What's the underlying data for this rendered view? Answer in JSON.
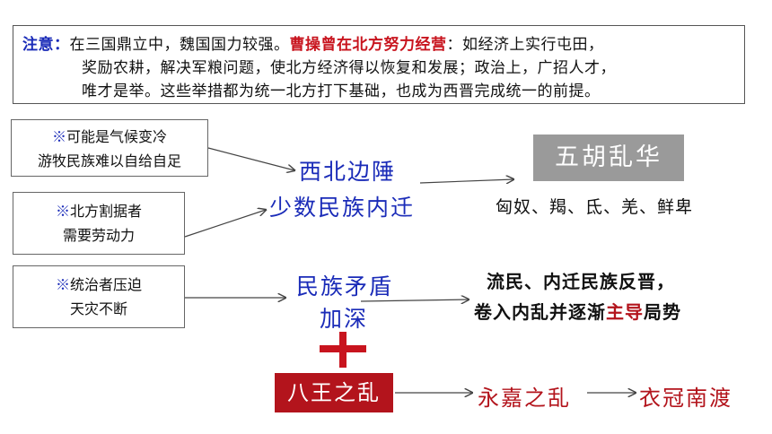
{
  "note": {
    "label": "注意：",
    "line1_pre": "在三国鼎立中，魏国国力较强。",
    "line1_hl": "曹操曾在北方努力经营",
    "line1_post": "：如经济上实行屯田，",
    "line2": "奖励农耕，解决军粮问题，使北方经济得以恢复和发展；政治上，广招人才，",
    "line3": "唯才是举。这些举措都为统一北方打下基础，也成为西晋完成统一的前提。"
  },
  "causes": [
    {
      "mark": "※",
      "line1": "可能是气候变冷",
      "line2": "游牧民族难以自给自足"
    },
    {
      "mark": "※",
      "line1": "北方割据者",
      "line2": "需要劳动力"
    },
    {
      "mark": "※",
      "line1": "统治者压迫",
      "line2": "天灾不断"
    }
  ],
  "migration": {
    "line1": "西北边陲",
    "line2": "少数民族内迁"
  },
  "wuhu": {
    "title": "五胡乱华",
    "tribes": "匈奴、羯、氐、羌、鲜卑"
  },
  "conflict": {
    "line1": "民族矛盾",
    "line2": "加深"
  },
  "result": {
    "line1": "流民、内迁民族反晋，",
    "line2_pre": "卷入内乱并逐渐",
    "line2_hl": "主导",
    "line2_post": "局势"
  },
  "plus": "+",
  "chain": {
    "start": "八王之乱",
    "middle": "永嘉之乱",
    "end": "衣冠南渡"
  }
}
